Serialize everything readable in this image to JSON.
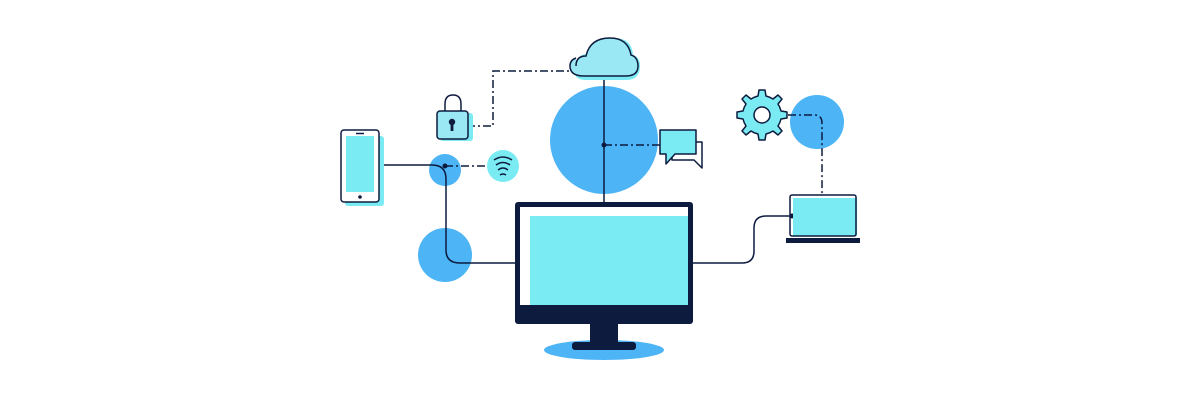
{
  "illustration": {
    "colors": {
      "background": "#ffffff",
      "stroke": "#0d1b3e",
      "accent_blue": "#4db4f5",
      "screen_cyan": "#7aebf3",
      "light_cyan": "#9ae8f3",
      "stand_shadow": "#4db4f5"
    },
    "nodes": [
      {
        "id": "desktop-monitor",
        "icon": "monitor-icon"
      },
      {
        "id": "cloud",
        "icon": "cloud-icon"
      },
      {
        "id": "padlock",
        "icon": "lock-icon"
      },
      {
        "id": "smartphone",
        "icon": "phone-icon"
      },
      {
        "id": "wifi",
        "icon": "wifi-icon"
      },
      {
        "id": "chat",
        "icon": "chat-bubbles-icon"
      },
      {
        "id": "settings",
        "icon": "gear-icon"
      },
      {
        "id": "laptop",
        "icon": "laptop-icon"
      }
    ]
  }
}
